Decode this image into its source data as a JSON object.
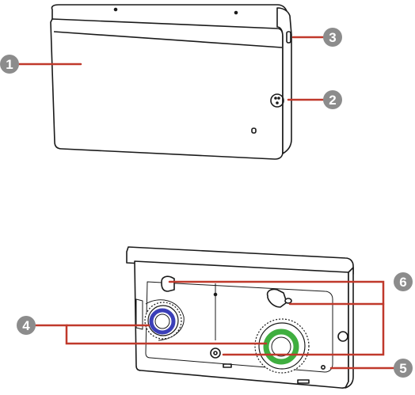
{
  "callouts": {
    "c1": "1",
    "c2": "2",
    "c3": "3",
    "c4": "4",
    "c5": "5",
    "c6": "6"
  },
  "colors": {
    "leader": "#c0392b",
    "badge": "#8c8c8c",
    "outline": "#1a1a1a",
    "blue_ring": "#3b3fb8",
    "green_ring": "#3fae3f"
  }
}
